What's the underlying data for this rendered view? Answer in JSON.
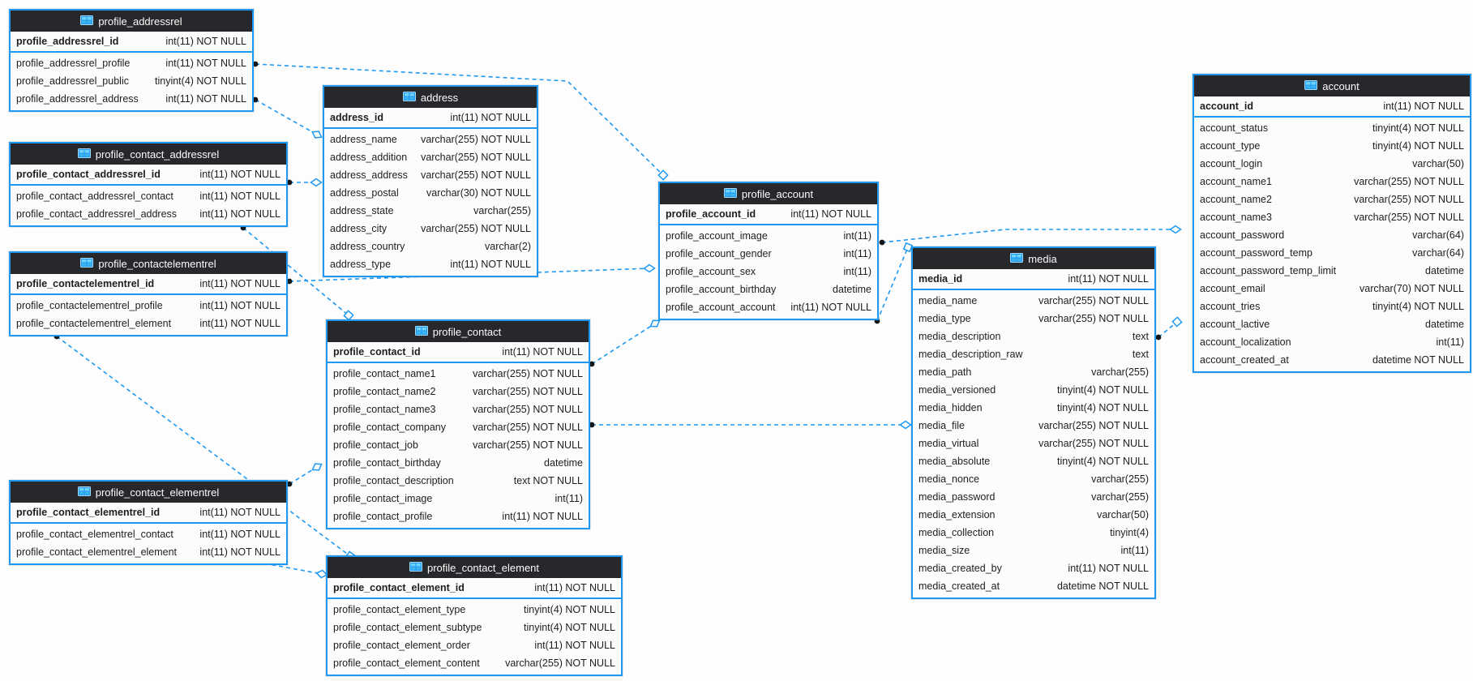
{
  "diagram": {
    "tool": "database-eer-diagram",
    "colors": {
      "accent": "#1d99f3",
      "header_bg": "#26282b",
      "header_text": "#fcfcfc",
      "row_bg": "#fcfcfc",
      "row_text": "#1b1e20",
      "canvas_bg": "#fdfdfd",
      "endpoint_dot": "#14171a"
    },
    "tables": [
      {
        "id": "profile_addressrel",
        "title": "profile_addressrel",
        "columns": [
          {
            "name": "profile_addressrel_id",
            "type": "int(11) NOT NULL",
            "pk": true
          },
          {
            "name": "profile_addressrel_profile",
            "type": "int(11) NOT NULL"
          },
          {
            "name": "profile_addressrel_public",
            "type": "tinyint(4) NOT NULL"
          },
          {
            "name": "profile_addressrel_address",
            "type": "int(11) NOT NULL"
          }
        ]
      },
      {
        "id": "profile_contact_addressrel",
        "title": "profile_contact_addressrel",
        "columns": [
          {
            "name": "profile_contact_addressrel_id",
            "type": "int(11) NOT NULL",
            "pk": true
          },
          {
            "name": "profile_contact_addressrel_contact",
            "type": "int(11) NOT NULL"
          },
          {
            "name": "profile_contact_addressrel_address",
            "type": "int(11) NOT NULL"
          }
        ]
      },
      {
        "id": "profile_contactelementrel",
        "title": "profile_contactelementrel",
        "columns": [
          {
            "name": "profile_contactelementrel_id",
            "type": "int(11) NOT NULL",
            "pk": true
          },
          {
            "name": "profile_contactelementrel_profile",
            "type": "int(11) NOT NULL"
          },
          {
            "name": "profile_contactelementrel_element",
            "type": "int(11) NOT NULL"
          }
        ]
      },
      {
        "id": "profile_contact_elementrel",
        "title": "profile_contact_elementrel",
        "columns": [
          {
            "name": "profile_contact_elementrel_id",
            "type": "int(11) NOT NULL",
            "pk": true
          },
          {
            "name": "profile_contact_elementrel_contact",
            "type": "int(11) NOT NULL"
          },
          {
            "name": "profile_contact_elementrel_element",
            "type": "int(11) NOT NULL"
          }
        ]
      },
      {
        "id": "address",
        "title": "address",
        "columns": [
          {
            "name": "address_id",
            "type": "int(11) NOT NULL",
            "pk": true
          },
          {
            "name": "address_name",
            "type": "varchar(255) NOT NULL"
          },
          {
            "name": "address_addition",
            "type": "varchar(255) NOT NULL"
          },
          {
            "name": "address_address",
            "type": "varchar(255) NOT NULL"
          },
          {
            "name": "address_postal",
            "type": "varchar(30) NOT NULL"
          },
          {
            "name": "address_state",
            "type": "varchar(255)"
          },
          {
            "name": "address_city",
            "type": "varchar(255) NOT NULL"
          },
          {
            "name": "address_country",
            "type": "varchar(2)"
          },
          {
            "name": "address_type",
            "type": "int(11) NOT NULL"
          }
        ]
      },
      {
        "id": "profile_contact",
        "title": "profile_contact",
        "columns": [
          {
            "name": "profile_contact_id",
            "type": "int(11) NOT NULL",
            "pk": true
          },
          {
            "name": "profile_contact_name1",
            "type": "varchar(255) NOT NULL"
          },
          {
            "name": "profile_contact_name2",
            "type": "varchar(255) NOT NULL"
          },
          {
            "name": "profile_contact_name3",
            "type": "varchar(255) NOT NULL"
          },
          {
            "name": "profile_contact_company",
            "type": "varchar(255) NOT NULL"
          },
          {
            "name": "profile_contact_job",
            "type": "varchar(255) NOT NULL"
          },
          {
            "name": "profile_contact_birthday",
            "type": "datetime"
          },
          {
            "name": "profile_contact_description",
            "type": "text NOT NULL"
          },
          {
            "name": "profile_contact_image",
            "type": "int(11)"
          },
          {
            "name": "profile_contact_profile",
            "type": "int(11) NOT NULL"
          }
        ]
      },
      {
        "id": "profile_contact_element",
        "title": "profile_contact_element",
        "columns": [
          {
            "name": "profile_contact_element_id",
            "type": "int(11) NOT NULL",
            "pk": true
          },
          {
            "name": "profile_contact_element_type",
            "type": "tinyint(4) NOT NULL"
          },
          {
            "name": "profile_contact_element_subtype",
            "type": "tinyint(4) NOT NULL"
          },
          {
            "name": "profile_contact_element_order",
            "type": "int(11) NOT NULL"
          },
          {
            "name": "profile_contact_element_content",
            "type": "varchar(255) NOT NULL"
          }
        ]
      },
      {
        "id": "profile_account",
        "title": "profile_account",
        "columns": [
          {
            "name": "profile_account_id",
            "type": "int(11) NOT NULL",
            "pk": true
          },
          {
            "name": "profile_account_image",
            "type": "int(11)"
          },
          {
            "name": "profile_account_gender",
            "type": "int(11)"
          },
          {
            "name": "profile_account_sex",
            "type": "int(11)"
          },
          {
            "name": "profile_account_birthday",
            "type": "datetime"
          },
          {
            "name": "profile_account_account",
            "type": "int(11) NOT NULL"
          }
        ]
      },
      {
        "id": "media",
        "title": "media",
        "columns": [
          {
            "name": "media_id",
            "type": "int(11) NOT NULL",
            "pk": true
          },
          {
            "name": "media_name",
            "type": "varchar(255) NOT NULL"
          },
          {
            "name": "media_type",
            "type": "varchar(255) NOT NULL"
          },
          {
            "name": "media_description",
            "type": "text"
          },
          {
            "name": "media_description_raw",
            "type": "text"
          },
          {
            "name": "media_path",
            "type": "varchar(255)"
          },
          {
            "name": "media_versioned",
            "type": "tinyint(4) NOT NULL"
          },
          {
            "name": "media_hidden",
            "type": "tinyint(4) NOT NULL"
          },
          {
            "name": "media_file",
            "type": "varchar(255) NOT NULL"
          },
          {
            "name": "media_virtual",
            "type": "varchar(255) NOT NULL"
          },
          {
            "name": "media_absolute",
            "type": "tinyint(4) NOT NULL"
          },
          {
            "name": "media_nonce",
            "type": "varchar(255)"
          },
          {
            "name": "media_password",
            "type": "varchar(255)"
          },
          {
            "name": "media_extension",
            "type": "varchar(50)"
          },
          {
            "name": "media_collection",
            "type": "tinyint(4)"
          },
          {
            "name": "media_size",
            "type": "int(11)"
          },
          {
            "name": "media_created_by",
            "type": "int(11) NOT NULL"
          },
          {
            "name": "media_created_at",
            "type": "datetime NOT NULL"
          }
        ]
      },
      {
        "id": "account",
        "title": "account",
        "columns": [
          {
            "name": "account_id",
            "type": "int(11) NOT NULL",
            "pk": true
          },
          {
            "name": "account_status",
            "type": "tinyint(4) NOT NULL"
          },
          {
            "name": "account_type",
            "type": "tinyint(4) NOT NULL"
          },
          {
            "name": "account_login",
            "type": "varchar(50)"
          },
          {
            "name": "account_name1",
            "type": "varchar(255) NOT NULL"
          },
          {
            "name": "account_name2",
            "type": "varchar(255) NOT NULL"
          },
          {
            "name": "account_name3",
            "type": "varchar(255) NOT NULL"
          },
          {
            "name": "account_password",
            "type": "varchar(64)"
          },
          {
            "name": "account_password_temp",
            "type": "varchar(64)"
          },
          {
            "name": "account_password_temp_limit",
            "type": "datetime"
          },
          {
            "name": "account_email",
            "type": "varchar(70) NOT NULL"
          },
          {
            "name": "account_tries",
            "type": "tinyint(4) NOT NULL"
          },
          {
            "name": "account_lactive",
            "type": "datetime"
          },
          {
            "name": "account_localization",
            "type": "int(11)"
          },
          {
            "name": "account_created_at",
            "type": "datetime NOT NULL"
          }
        ]
      }
    ],
    "relationships": [
      {
        "id": "r1",
        "from": "profile_addressrel",
        "to": "profile_account",
        "end": "square"
      },
      {
        "id": "r2",
        "from": "profile_addressrel",
        "to": "address",
        "end": "diamond"
      },
      {
        "id": "r3",
        "from": "profile_contact_addressrel",
        "to": "address",
        "end": "diamond"
      },
      {
        "id": "r4",
        "from": "profile_contact_addressrel",
        "to": "profile_contact",
        "end": "square"
      },
      {
        "id": "r5",
        "from": "profile_contactelementrel",
        "to": "profile_account",
        "end": "diamond"
      },
      {
        "id": "r6",
        "from": "profile_contactelementrel",
        "to": "profile_contact_element",
        "end": "square"
      },
      {
        "id": "r7",
        "from": "profile_contact_elementrel",
        "to": "profile_contact",
        "end": "diamond"
      },
      {
        "id": "r8",
        "from": "profile_contact_elementrel",
        "to": "profile_contact_element",
        "end": "diamond"
      },
      {
        "id": "r9",
        "from": "profile_contact",
        "to": "profile_account",
        "end": "diamond"
      },
      {
        "id": "r10",
        "from": "profile_contact",
        "to": "media",
        "end": "diamond"
      },
      {
        "id": "r11",
        "from": "profile_account",
        "to": "media",
        "end": "square"
      },
      {
        "id": "r12",
        "from": "profile_account",
        "to": "account",
        "end": "diamond"
      },
      {
        "id": "r13",
        "from": "media",
        "to": "account",
        "end": "square"
      }
    ]
  }
}
